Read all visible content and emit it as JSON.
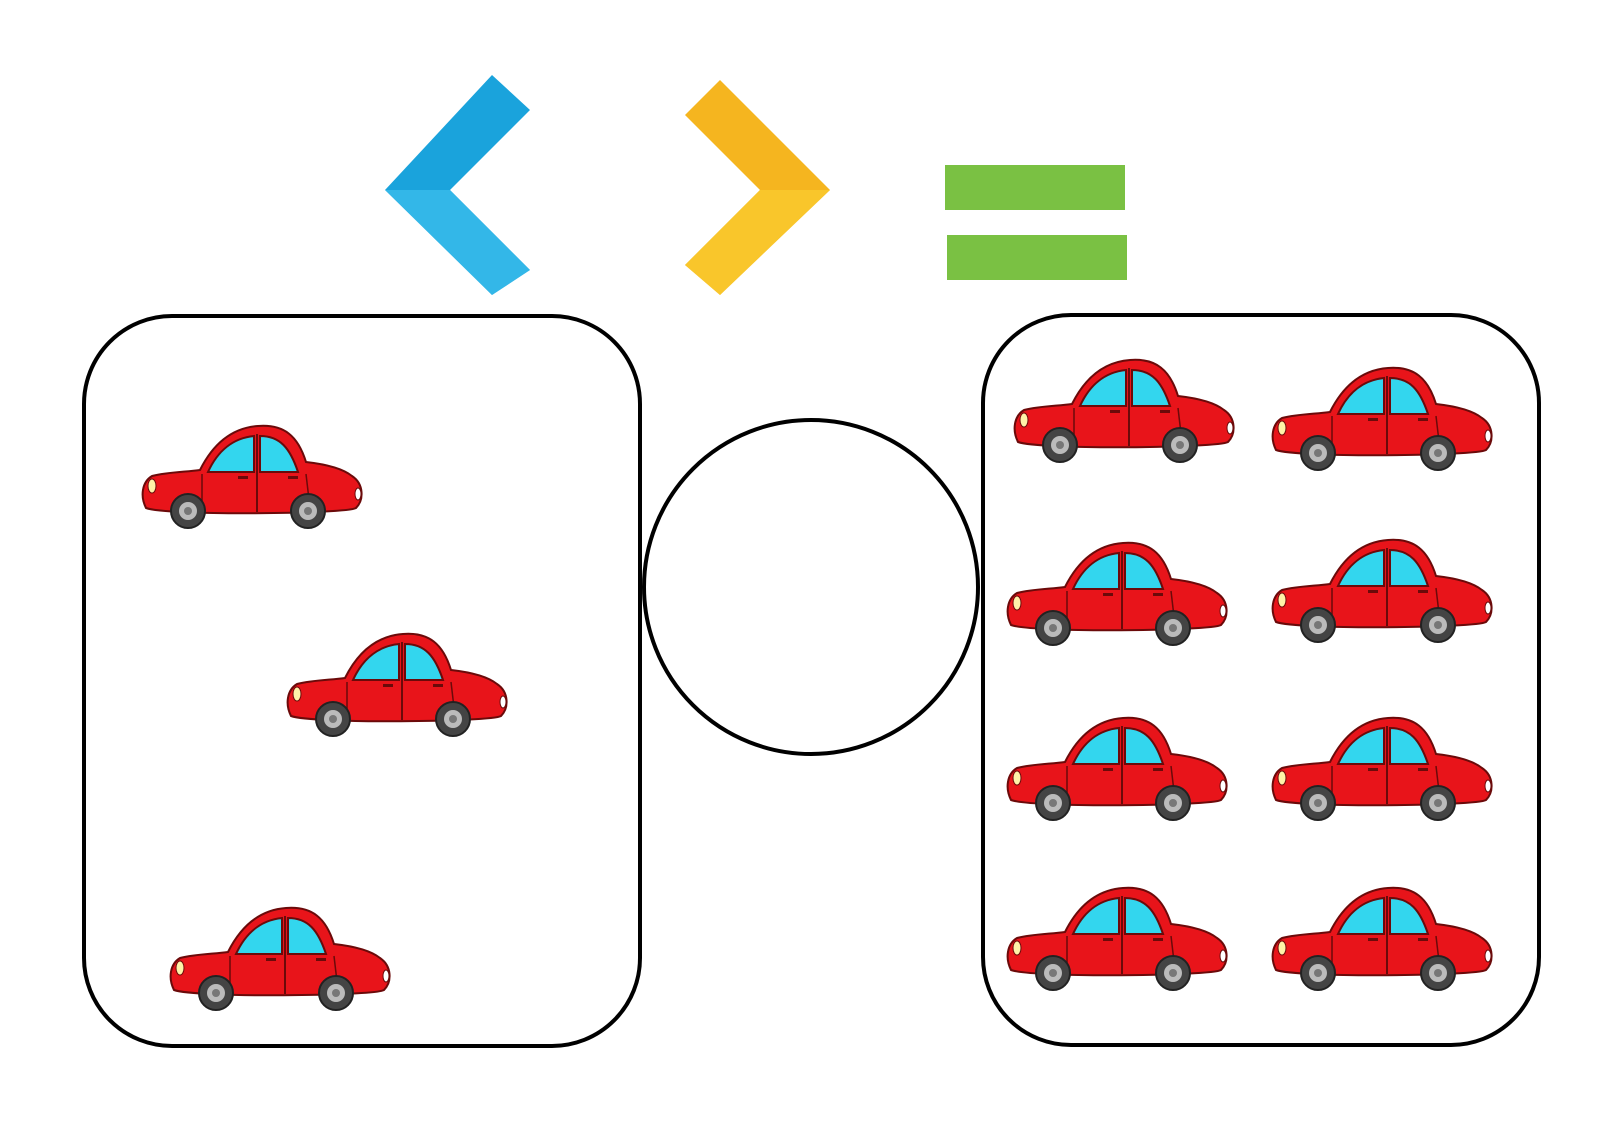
{
  "symbols": [
    {
      "name": "less-than",
      "color": "#1aa3dc",
      "icon": "less-than-icon"
    },
    {
      "name": "greater-than",
      "color": "#f5b51f",
      "icon": "greater-than-icon"
    },
    {
      "name": "equals",
      "color": "#7ac143",
      "icon": "equals-icon"
    }
  ],
  "left_group": {
    "count": 3,
    "item_icon": "red-car-icon"
  },
  "right_group": {
    "count": 8,
    "item_icon": "red-car-icon"
  },
  "answer": {
    "value": ""
  },
  "colors": {
    "car_body": "#e8141a",
    "car_window": "#33d6ee",
    "outline": "#000000"
  }
}
